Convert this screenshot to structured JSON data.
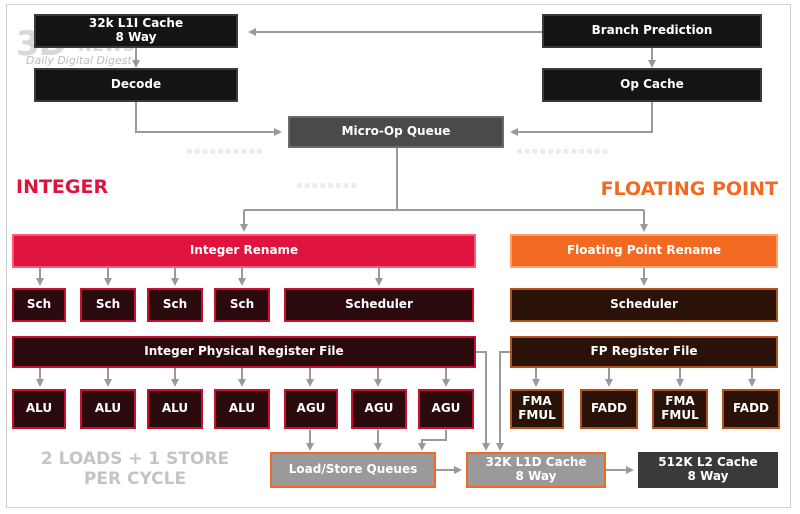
{
  "watermark": {
    "brand_big": "3D",
    "brand_small": "NEWS",
    "tagline": "Daily Digital Digest"
  },
  "frontend": {
    "l1i_line1": "32k L1I Cache",
    "l1i_line2": "8 Way",
    "decode": "Decode",
    "branch_prediction": "Branch Prediction",
    "op_cache": "Op Cache",
    "micro_op_queue": "Micro-Op Queue"
  },
  "integer": {
    "heading": "INTEGER",
    "rename": "Integer Rename",
    "schedulers": [
      "Sch",
      "Sch",
      "Sch",
      "Sch"
    ],
    "scheduler": "Scheduler",
    "register_file": "Integer Physical Register File",
    "alus": [
      "ALU",
      "ALU",
      "ALU",
      "ALU"
    ],
    "agus": [
      "AGU",
      "AGU",
      "AGU"
    ],
    "color": "#e0123e"
  },
  "floating_point": {
    "heading": "FLOATING POINT",
    "rename": "Floating Point Rename",
    "scheduler": "Scheduler",
    "register_file": "FP Register File",
    "units": [
      {
        "line1": "FMA",
        "line2": "FMUL"
      },
      {
        "line1": "FADD",
        "line2": ""
      },
      {
        "line1": "FMA",
        "line2": "FMUL"
      },
      {
        "line1": "FADD",
        "line2": ""
      }
    ],
    "color": "#f26a21"
  },
  "memory": {
    "load_store": "Load/Store Queues",
    "l1d_line1": "32K L1D Cache",
    "l1d_line2": "8 Way",
    "l2_line1": "512K L2 Cache",
    "l2_line2": "8 Way",
    "loads_line1": "2 LOADS + 1 STORE",
    "loads_line2": "PER CYCLE"
  }
}
